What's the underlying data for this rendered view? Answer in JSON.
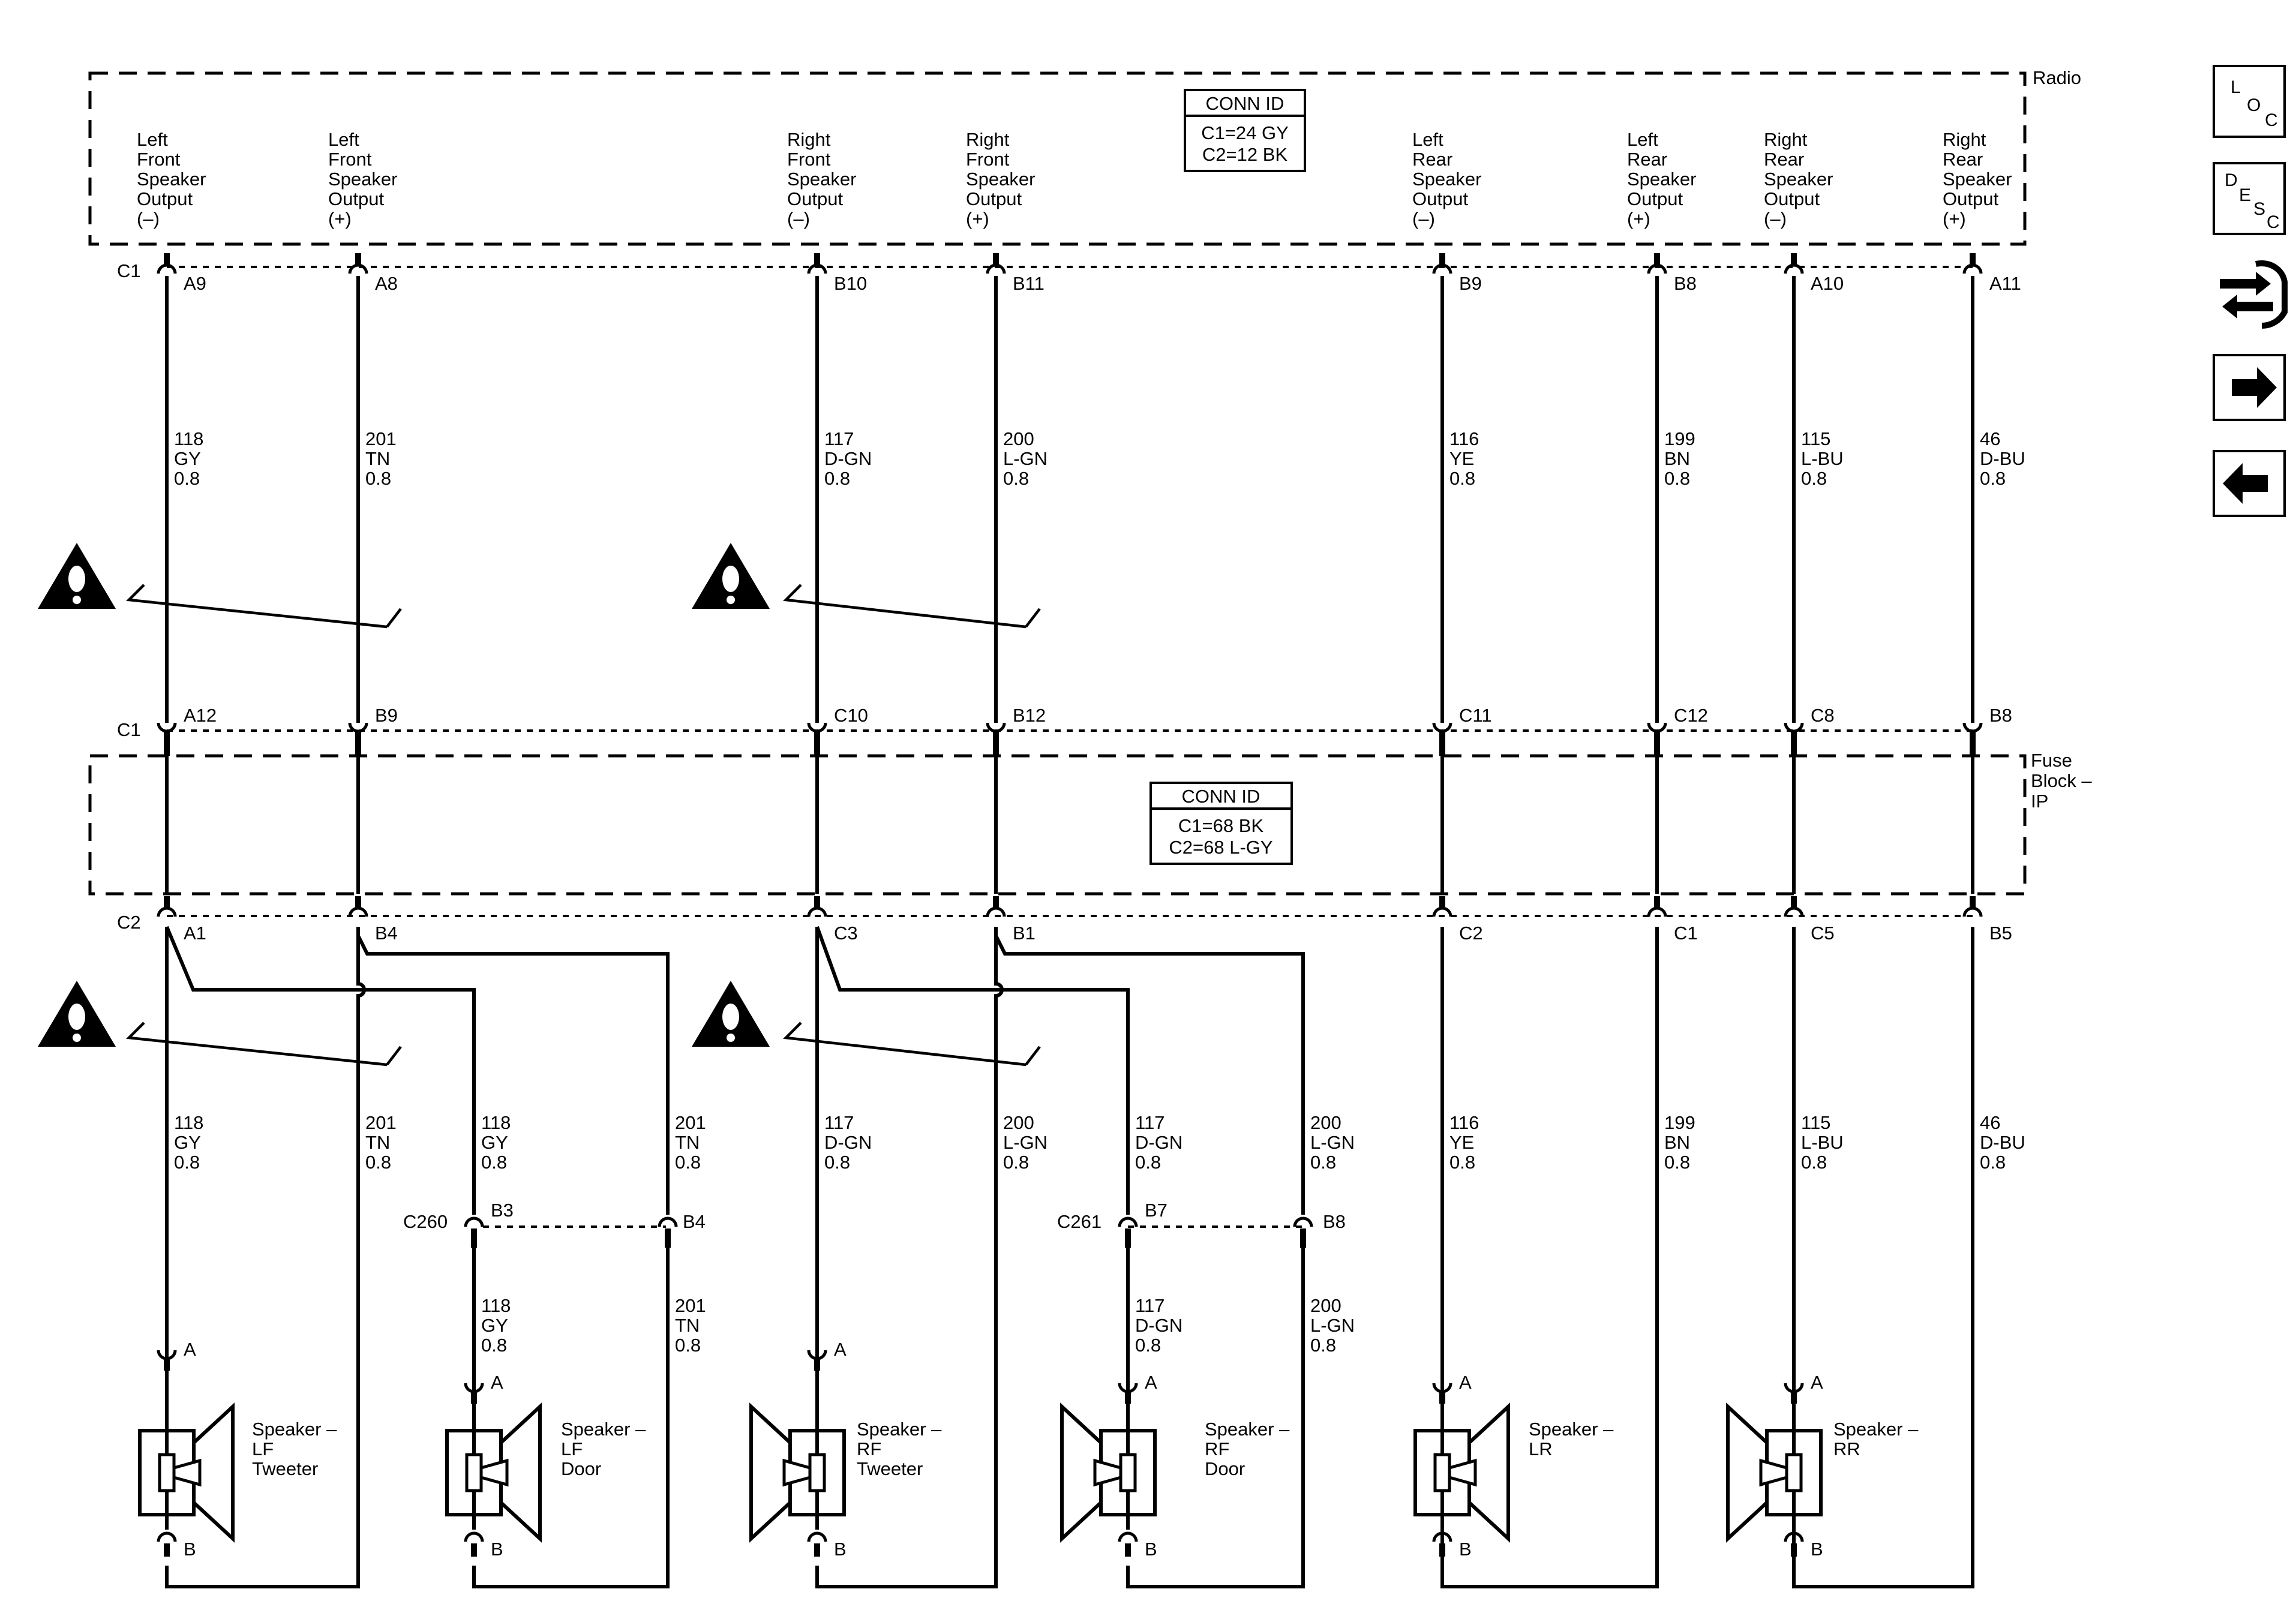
{
  "radio": {
    "name": "Radio",
    "conn_id": {
      "title": "CONN ID",
      "lines": [
        "C1=24 GY",
        "C2=12 BK"
      ]
    },
    "outputs": [
      {
        "lines": [
          "Left",
          "Front",
          "Speaker",
          "Output",
          "(–)"
        ],
        "pin": "A9"
      },
      {
        "lines": [
          "Left",
          "Front",
          "Speaker",
          "Output",
          "(+)"
        ],
        "pin": "A8"
      },
      {
        "lines": [
          "Right",
          "Front",
          "Speaker",
          "Output",
          "(–)"
        ],
        "pin": "B10"
      },
      {
        "lines": [
          "Right",
          "Front",
          "Speaker",
          "Output",
          "(+)"
        ],
        "pin": "B11"
      },
      {
        "lines": [
          "Left",
          "Rear",
          "Speaker",
          "Output",
          "(–)"
        ],
        "pin": "B9"
      },
      {
        "lines": [
          "Left",
          "Rear",
          "Speaker",
          "Output",
          "(+)"
        ],
        "pin": "B8"
      },
      {
        "lines": [
          "Right",
          "Rear",
          "Speaker",
          "Output",
          "(–)"
        ],
        "pin": "A10"
      },
      {
        "lines": [
          "Right",
          "Rear",
          "Speaker",
          "Output",
          "(+)"
        ],
        "pin": "A11"
      }
    ],
    "connector": "C1"
  },
  "wires": [
    {
      "circuit": "118",
      "color": "GY",
      "size": "0.8"
    },
    {
      "circuit": "201",
      "color": "TN",
      "size": "0.8"
    },
    {
      "circuit": "117",
      "color": "D-GN",
      "size": "0.8"
    },
    {
      "circuit": "200",
      "color": "L-GN",
      "size": "0.8"
    },
    {
      "circuit": "116",
      "color": "YE",
      "size": "0.8"
    },
    {
      "circuit": "199",
      "color": "BN",
      "size": "0.8"
    },
    {
      "circuit": "115",
      "color": "L-BU",
      "size": "0.8"
    },
    {
      "circuit": "46",
      "color": "D-BU",
      "size": "0.8"
    }
  ],
  "fuse_block": {
    "name_lines": [
      "Fuse",
      "Block –",
      "IP"
    ],
    "conn_id": {
      "title": "CONN ID",
      "lines": [
        "C1=68 BK",
        "C2=68 L-GY"
      ]
    },
    "c1_label": "C1",
    "c1_pins": [
      "A12",
      "B9",
      "C10",
      "B12",
      "C11",
      "C12",
      "C8",
      "B8"
    ],
    "c2_label": "C2",
    "c2_pins": [
      "A1",
      "B4",
      "C3",
      "B1",
      "C2",
      "C1",
      "C5",
      "B5"
    ]
  },
  "inline_connectors": [
    {
      "name": "C260",
      "pins": [
        "B3",
        "B4"
      ]
    },
    {
      "name": "C261",
      "pins": [
        "B7",
        "B8"
      ]
    }
  ],
  "speakers": [
    {
      "lines": [
        "Speaker –",
        "LF",
        "Tweeter"
      ],
      "pin_a": "A",
      "pin_b": "B"
    },
    {
      "lines": [
        "Speaker –",
        "LF",
        "Door"
      ],
      "pin_a": "A",
      "pin_b": "B"
    },
    {
      "lines": [
        "Speaker –",
        "RF",
        "Tweeter"
      ],
      "pin_a": "A",
      "pin_b": "B"
    },
    {
      "lines": [
        "Speaker –",
        "RF",
        "Door"
      ],
      "pin_a": "A",
      "pin_b": "B"
    },
    {
      "lines": [
        "Speaker –",
        "LR"
      ],
      "pin_a": "A",
      "pin_b": "B"
    },
    {
      "lines": [
        "Speaker –",
        "RR"
      ],
      "pin_a": "A",
      "pin_b": "B"
    }
  ],
  "nav_icons": [
    {
      "name": "loc-icon",
      "letters": [
        "L",
        "O",
        "C"
      ]
    },
    {
      "name": "desc-icon",
      "letters": [
        "D",
        "E",
        "S",
        "C"
      ]
    },
    {
      "name": "connector-wrench-icon"
    },
    {
      "name": "arrow-right-icon"
    },
    {
      "name": "arrow-left-icon"
    }
  ],
  "warning_icons": 4
}
